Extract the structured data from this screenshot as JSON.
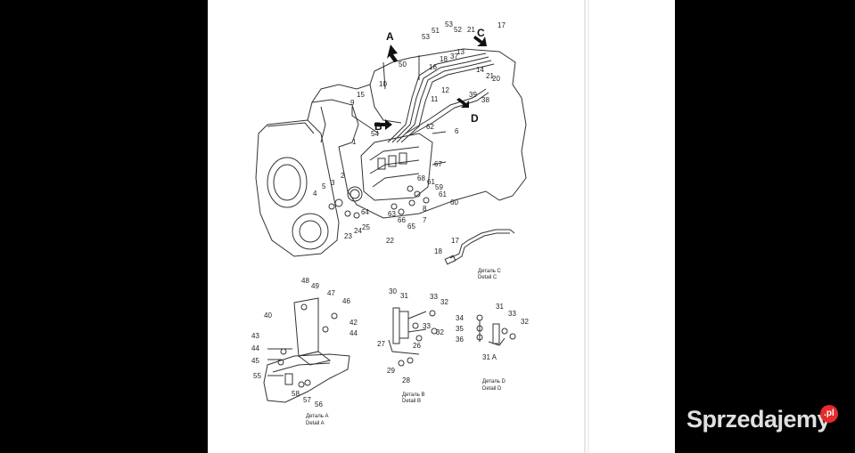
{
  "watermark": {
    "brand": "Sprzedajemy",
    "suffix": ".pl",
    "dot_color": "#e52b2b"
  },
  "colors": {
    "background": "#000000",
    "sheet": "#ffffff",
    "ink": "#222222"
  },
  "arrows": {
    "A": "A",
    "B": "B",
    "C": "C",
    "D": "D"
  },
  "callouts": {
    "main": [
      "53",
      "52",
      "17",
      "51",
      "21",
      "C",
      "13",
      "37",
      "50",
      "16",
      "14",
      "18",
      "21",
      "12",
      "20",
      "39",
      "38",
      "10",
      "15",
      "11",
      "9",
      "D",
      "54",
      "62",
      "6",
      "1",
      "67",
      "2",
      "68",
      "61",
      "5",
      "3",
      "59",
      "4",
      "64",
      "61",
      "60",
      "63",
      "8",
      "66",
      "7",
      "65",
      "23",
      "24",
      "25",
      "22"
    ],
    "detail_c": [
      "17",
      "18"
    ],
    "detail_a": [
      "48",
      "49",
      "47",
      "46",
      "40",
      "42",
      "44",
      "43",
      "44",
      "45",
      "55",
      "58",
      "57",
      "56"
    ],
    "detail_b": [
      "30",
      "31",
      "33",
      "32",
      "33",
      "32",
      "27",
      "26",
      "29",
      "28"
    ],
    "detail_d": [
      "34",
      "35",
      "36",
      "31",
      "33",
      "32",
      "31 A"
    ]
  },
  "captions": {
    "detail_c": {
      "ru": "Деталь С",
      "en": "Detail C"
    },
    "detail_a": {
      "ru": "Деталь А",
      "en": "Detail A"
    },
    "detail_b": {
      "ru": "Деталь В",
      "en": "Detail B"
    },
    "detail_d": {
      "ru": "Деталь D",
      "en": "Detail D"
    }
  }
}
